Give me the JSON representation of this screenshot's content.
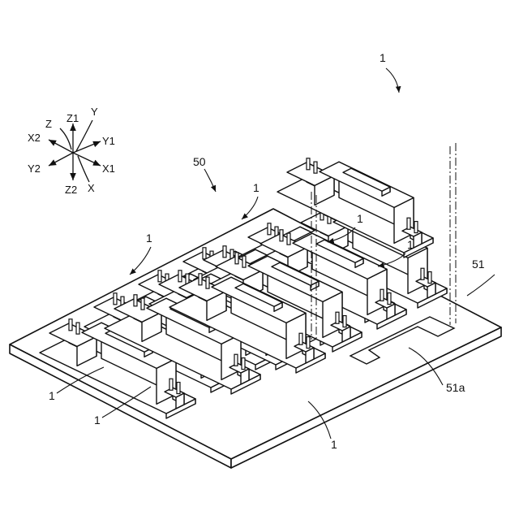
{
  "axes": {
    "z": "Z",
    "z1": "Z1",
    "y": "Y",
    "x2": "X2",
    "y1": "Y1",
    "y2": "Y2",
    "x1": "X1",
    "z2": "Z2",
    "x": "X"
  },
  "labels": {
    "assembly": "50",
    "board": "51",
    "recess": "51a",
    "module": "1"
  },
  "colors": {
    "line": "#111111",
    "background": "#ffffff"
  }
}
